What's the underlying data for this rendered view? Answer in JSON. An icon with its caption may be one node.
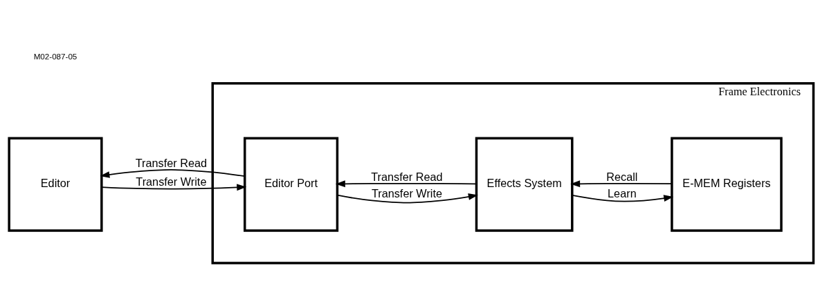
{
  "diagram": {
    "nodes": [
      {
        "text": [
          "Frame Electronics"
        ]
      },
      {
        "text": [
          "Editor"
        ]
      },
      {
        "text": [
          "Editor Port"
        ],
        "in": 0
      },
      {
        "text": [
          "Effects System"
        ],
        "in": 0
      },
      {
        "text": [
          "E-MEM Registers"
        ],
        "in": 0
      }
    ],
    "edges": [
      {
        "from": 2,
        "to": 1,
        "arrow": "to",
        "label": "Transfer Read"
      },
      {
        "from": 1,
        "to": 2,
        "arrow": "to",
        "label": "Transfer Write"
      },
      {
        "from": 3,
        "to": 2,
        "arrow": "to",
        "label": "Transfer Read"
      },
      {
        "from": 2,
        "to": 3,
        "arrow": "to",
        "label": "Transfer Write"
      },
      {
        "from": 3,
        "to": 4,
        "arrow": "to",
        "label": "Learn"
      },
      {
        "from": 4,
        "to": 3,
        "arrow": "to",
        "label": "Recall"
      }
    ],
    "labels": [
      "M02-087-05"
    ]
  }
}
